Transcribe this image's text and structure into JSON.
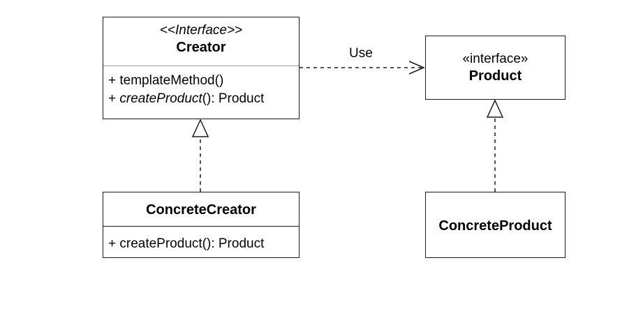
{
  "creator": {
    "stereotype": "<<Interface>>",
    "name": "Creator",
    "operations": [
      {
        "prefix": "+ ",
        "italic": "",
        "text": "templateMethod()"
      },
      {
        "prefix": "+ ",
        "italic": "createProduct",
        "text": "(): Product"
      }
    ]
  },
  "product": {
    "stereotype": "«interface»",
    "name": "Product"
  },
  "concrete_creator": {
    "name": "ConcreteCreator",
    "operations": [
      {
        "prefix": "+ ",
        "text": "createProduct(): Product"
      }
    ]
  },
  "concrete_product": {
    "name": "ConcreteProduct"
  },
  "relations": {
    "use_label": "Use"
  }
}
